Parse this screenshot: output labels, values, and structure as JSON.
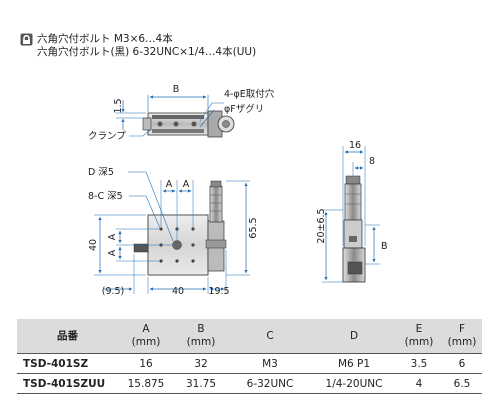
{
  "notes": {
    "line1": "六角穴付ボルト M3×6…4本",
    "line2": "六角穴付ボルト(黒) 6-32UNC×1/4…4本(UU)"
  },
  "top_view": {
    "dim_b": "B",
    "dim_15": "1.5",
    "label_hole": "4-φE取付穴",
    "label_counterbore": "φFザグリ",
    "label_clamp": "クランプ"
  },
  "front_view": {
    "label_d": "D 深5",
    "label_c": "8-C 深5",
    "dim_a1": "A",
    "dim_a2": "A",
    "dim_a_left1": "A",
    "dim_a_left2": "A",
    "dim_40_left": "40",
    "dim_655": "65.5",
    "dim_95": "(9.5)",
    "dim_40_bottom": "40",
    "dim_195": "19.5"
  },
  "side_view": {
    "dim_16": "16",
    "dim_8": "8",
    "dim_20": "20±6.5",
    "dim_b": "B"
  },
  "table": {
    "headers": [
      "品番",
      "A\n(mm)",
      "B\n(mm)",
      "C",
      "D",
      "E\n(mm)",
      "F\n(mm)"
    ],
    "rows": [
      [
        "TSD-401SZ",
        "16",
        "32",
        "M3",
        "M6 P1",
        "3.5",
        "6"
      ],
      [
        "TSD-401SZUU",
        "15.875",
        "31.75",
        "6-32UNC",
        "1/4-20UNC",
        "4",
        "6.5"
      ]
    ]
  }
}
